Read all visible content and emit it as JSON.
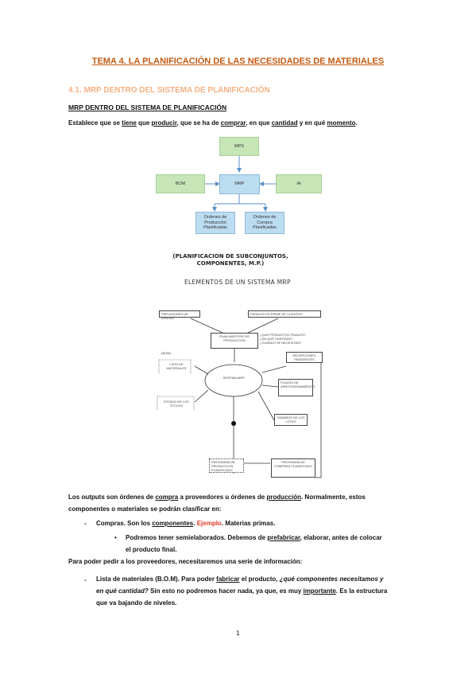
{
  "title": "TEMA 4. LA PLANIFICACIÓN DE LAS NECESIDADES DE MATERIALES",
  "section": "4.1. MRP DENTRO DEL SISTEMA DE PLANIFICACIÓN",
  "subheading": "MRP DENTRO DEL SISTEMA DE PLANIFICACIÓN",
  "intro": {
    "t1": "Establece que se ",
    "w1": "tiene",
    "t2": " que ",
    "w2": "producir",
    "t3": ", que se ha de ",
    "w3": "comprar",
    "t4": ", en que ",
    "w4": "cantidad",
    "t5": " y en qué ",
    "w5": "momento",
    "t6": "."
  },
  "flow": {
    "mps": "MPS",
    "bom": "BOM",
    "mrp": "MRP",
    "ia": "IA",
    "ordenes_produccion": "Ordenes de Producción Planificadas",
    "ordenes_compra": "Ordenes de Compra Planificadas"
  },
  "diagram": {
    "caption": "(PLANIFICACION DE SUBCONJUNTOS, COMPONENTES, M.P.)",
    "title": "ELEMENTOS DE UN SISTEMA MRP",
    "center": "SISTEMA MRP",
    "top_left": "PREVISIONES DE VENTAS",
    "top_right": "PEDIDOS EN FIRME DE CLIENTES",
    "plan_maestro": "PLAN MAESTRO DE PRODUCCION",
    "questions": "¿QUÉ PRODUCTOS FINALES? ¿EN QUÉ CANTIDAD? ¿CUÁNDO SE NECESITAN?",
    "bom_label": "(BOM)",
    "lista": "LISTA DE MATERIALES",
    "estado": "ESTADO DE LOS STOCKS",
    "recepciones": "RECEPCIONES PENDIENTES",
    "plazos": "PLAZOS DE APROVISIONAMIENTO",
    "tamanos": "TAMAÑOS DE LOS LOTES",
    "programa": "PROGRAMA DE PRODUCCION PLANIFICADO",
    "compras": "PROGRAMA DE COMPRAS PLANIFICADO"
  },
  "outputs": {
    "t1": "Los outputs son órdenes de ",
    "w1": "compra",
    "t2": " a proveedores u órdenes de ",
    "w2": "producción",
    "t3": ". Normalmente, estos",
    "line2": "componentes o materiales se podrán clasificar en:"
  },
  "bullet1": {
    "dash": "-",
    "t1": "Compras. Son los ",
    "w1": "componentes",
    "t2": ". ",
    "ejemplo": "Ejemplo",
    "t3": ". Materias primas."
  },
  "bullet2": {
    "dot": "•",
    "t1": "Podremos tener semielaborados. Debemos de ",
    "w1": "prefabricar",
    "t2": ", elaborar, antes de colocar",
    "line2": "el producto final."
  },
  "para3": "Para poder pedir a los proveedores, necesitaremos una serie de información:",
  "bullet3": {
    "dash": "-",
    "t1": "Lista de materiales (B.O.M). Para poder ",
    "w1": "fabricar",
    "t2": " el producto, ",
    "i1": "¿qué componentes necesitamos y",
    "i2": "en qué cantidad?",
    "t3": " Sin esto no podremos hacer nada, ya que, es muy ",
    "w2": "importante",
    "t4": ". Es la estructura",
    "line3": "que va bajando de niveles."
  },
  "page_number": "1"
}
